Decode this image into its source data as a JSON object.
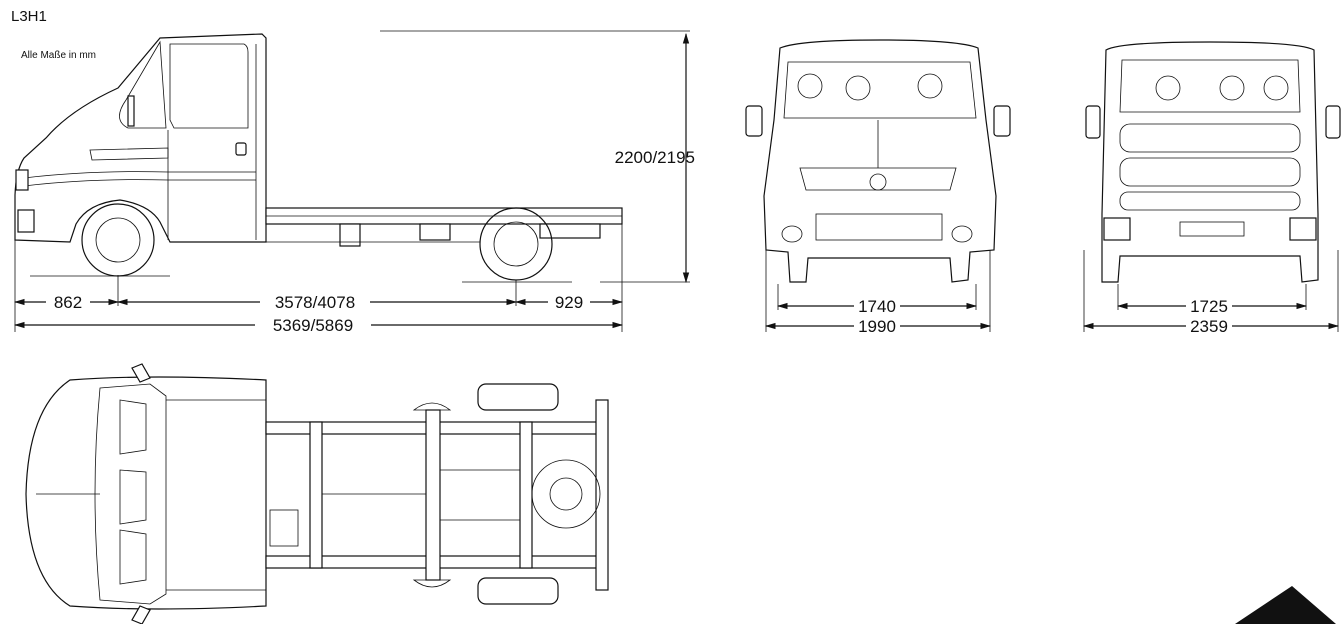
{
  "header": {
    "title": "L3H1",
    "subtitle": "Alle Maße in mm"
  },
  "side_view": {
    "overhang_front": "862",
    "wheelbase": "3578/4078",
    "overhang_rear": "929",
    "total_length": "5369/5869",
    "height": "2200/2195"
  },
  "front_view": {
    "track_width": "1740",
    "body_width": "1990"
  },
  "rear_view": {
    "track_width": "1725",
    "width_mirrors": "2359"
  },
  "icons": {
    "corner_mark": "diagonal-stripe"
  },
  "colors": {
    "line": "#111111",
    "background": "#ffffff"
  }
}
